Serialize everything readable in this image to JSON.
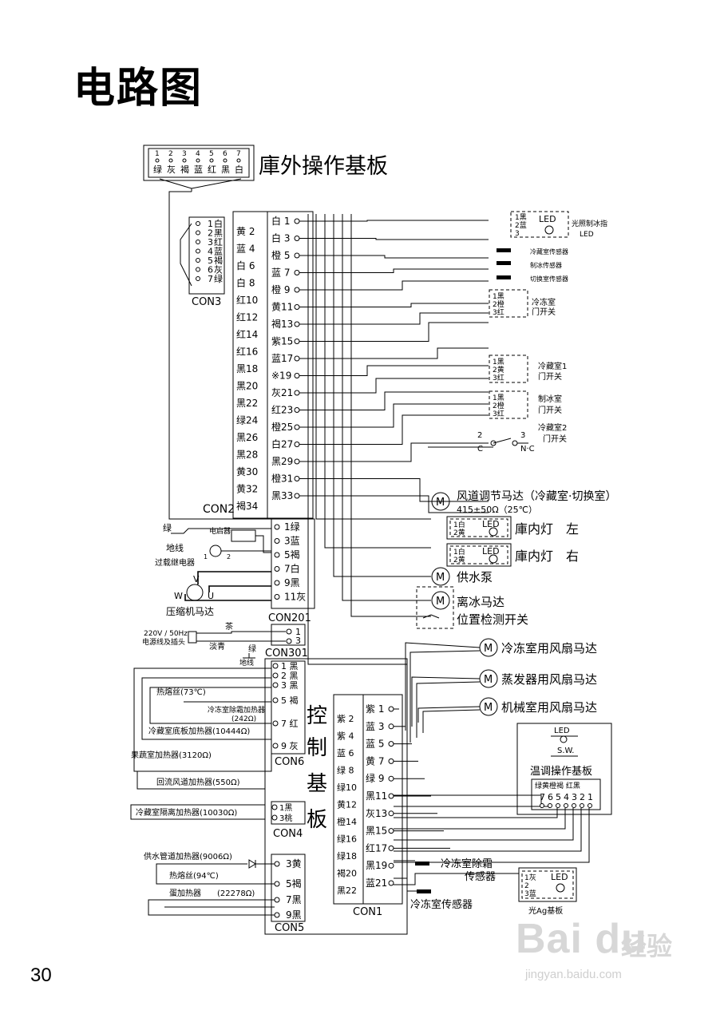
{
  "page": {
    "title": "电路图",
    "page_number": "30"
  },
  "watermark": {
    "logo": "Bai du",
    "cn": "经验",
    "url": "jingyan.baidu.com"
  },
  "top_panel": {
    "label": "庫外操作基板",
    "pins": [
      "1",
      "2",
      "3",
      "4",
      "5",
      "6",
      "7"
    ],
    "colors": [
      "绿",
      "灰",
      "褐",
      "蓝",
      "红",
      "黑",
      "白"
    ]
  },
  "con3": {
    "label": "CON3",
    "pins": [
      "1",
      "2",
      "3",
      "4",
      "5",
      "6",
      "7"
    ],
    "colors": [
      "白",
      "黑",
      "红",
      "蓝",
      "褐",
      "灰",
      "绿"
    ]
  },
  "con2": {
    "label": "CON2",
    "left_pins": [
      "黄 2",
      "蓝 4",
      "白 6",
      "白 8",
      "红10",
      "红12",
      "红14",
      "红16",
      "黑18",
      "黑20",
      "黑22",
      "绿24",
      "黑26",
      "黑28",
      "黄30",
      "黄32",
      "褐34"
    ],
    "right_pins": [
      "白 1",
      "白 3",
      "橙 5",
      "蓝 7",
      "橙 9",
      "黄11",
      "褐13",
      "紫15",
      "蓝17",
      "※19",
      "灰21",
      "红23",
      "橙25",
      "白27",
      "黑29",
      "橙31",
      "黑33"
    ]
  },
  "right_components": {
    "led_freeze": {
      "pins": [
        "1黑",
        "2蓝",
        "3"
      ],
      "label": "LED",
      "caption_line1": "光照制冰指",
      "caption_line2": "LED"
    },
    "sensors": [
      "冷藏室传感器",
      "制冰传感器",
      "切换室传感器"
    ],
    "freezer_door": {
      "pins": [
        "1黑",
        "2橙",
        "3红"
      ],
      "label_line1": "冷冻室",
      "label_line2": "门开关"
    },
    "fridge_door1": {
      "pins": [
        "1黑",
        "2黄",
        "3红"
      ],
      "label_line1": "冷藏室1",
      "label_line2": "门开关"
    },
    "ice_door": {
      "pins": [
        "1黑",
        "2橙",
        "3红"
      ],
      "label_line1": "制冰室",
      "label_line2": "门开关"
    },
    "fridge_door2": {
      "label_line1": "冷藏室2",
      "label_line2": "门开关",
      "pin_a": "2",
      "pin_b": "3",
      "nc_a": "C",
      "nc_b": "N·C"
    },
    "damper_motor": {
      "label": "风道调节马达（冷藏室·切换室）",
      "spec": "415±50Ω（25℃）"
    },
    "lamp_left": {
      "pins": [
        "1白",
        "2黄"
      ],
      "led": "LED",
      "label": "庫内灯　左"
    },
    "lamp_right": {
      "pins": [
        "1白",
        "2黄"
      ],
      "led": "LED",
      "label": "庫内灯　右"
    },
    "water_pump": {
      "label": "供水泵"
    },
    "ice_motor": {
      "label": "离冰马达"
    },
    "pos_switch": {
      "label": "位置检测开关"
    },
    "motor_symbol": "M"
  },
  "con201": {
    "label": "CON201",
    "pins": [
      "1绿",
      "3蓝",
      "5褐",
      "7白",
      "9黑",
      "11灰"
    ],
    "ground": "绿",
    "ground_label": "地线",
    "starter": "电启器",
    "relay": "过载继电器",
    "relay_pins": [
      "1",
      "2"
    ],
    "compressor_label": "压缩机马达",
    "compressor_terms": [
      "V",
      "W",
      "U"
    ]
  },
  "con301": {
    "label": "CON301",
    "pins": [
      "1",
      "3"
    ],
    "power_line1": "220V / 50Hz",
    "power_line2": "电源线及插头",
    "wire_brown": "茶",
    "wire_blue": "淡青",
    "ground_color": "绿",
    "ground_label": "地线"
  },
  "con6": {
    "label": "CON6",
    "pins": [
      "1 黑",
      "2 黑",
      "3 黑",
      "5 褐",
      "7 红",
      "9 灰"
    ],
    "heaters": [
      "热熔丝(73℃)",
      "冷冻室除霜加热器",
      "(242Ω)",
      "冷藏室底板加热器(10444Ω)",
      "果蔬室加热器(3120Ω)",
      "回流风道加热器(550Ω)"
    ]
  },
  "con4": {
    "label": "CON4",
    "pins": [
      "1黑",
      "3桃"
    ],
    "heater": "冷藏室隔离加热器(10030Ω)"
  },
  "con5": {
    "label": "CON5",
    "pins": [
      "3黄",
      "5褐",
      "7黑",
      "9黑"
    ],
    "heaters": [
      "供水管道加热器(9006Ω)",
      "热熔丝(94℃)",
      "蛋加热器",
      "(22278Ω)"
    ]
  },
  "control_board": {
    "chars": [
      "控",
      "制",
      "基",
      "板"
    ]
  },
  "con1": {
    "label": "CON1",
    "left_pins": [
      "紫 2",
      "紫 4",
      "蓝 6",
      "绿 8",
      "绿10",
      "黄12",
      "橙14",
      "绿16",
      "绿18",
      "褐20",
      "黑22"
    ],
    "right_pins": [
      "紫 1",
      "蓝 3",
      "蓝 5",
      "黄 7",
      "绿 9",
      "黑11",
      "灰13",
      "黑15",
      "红17",
      "黑19",
      "蓝21"
    ]
  },
  "fans": [
    "冷冻室用风扇马达",
    "蒸发器用风扇马达",
    "机械室用风扇马达"
  ],
  "temp_panel": {
    "led": "LED",
    "sw": "S.W.",
    "label": "温调操作基板",
    "colors_line": "绿黄橙褐 红黑",
    "pins": [
      "7",
      "6",
      "5",
      "4",
      "3",
      "2",
      "1"
    ]
  },
  "bottom_sensors": {
    "defrost_line1": "冷冻室除霜",
    "defrost_line2": "传感器",
    "freezer": "冷冻室传感器"
  },
  "ag_board": {
    "pins": [
      "1灰",
      "2",
      "3蓝"
    ],
    "led": "LED",
    "label": "光Ag基板"
  }
}
